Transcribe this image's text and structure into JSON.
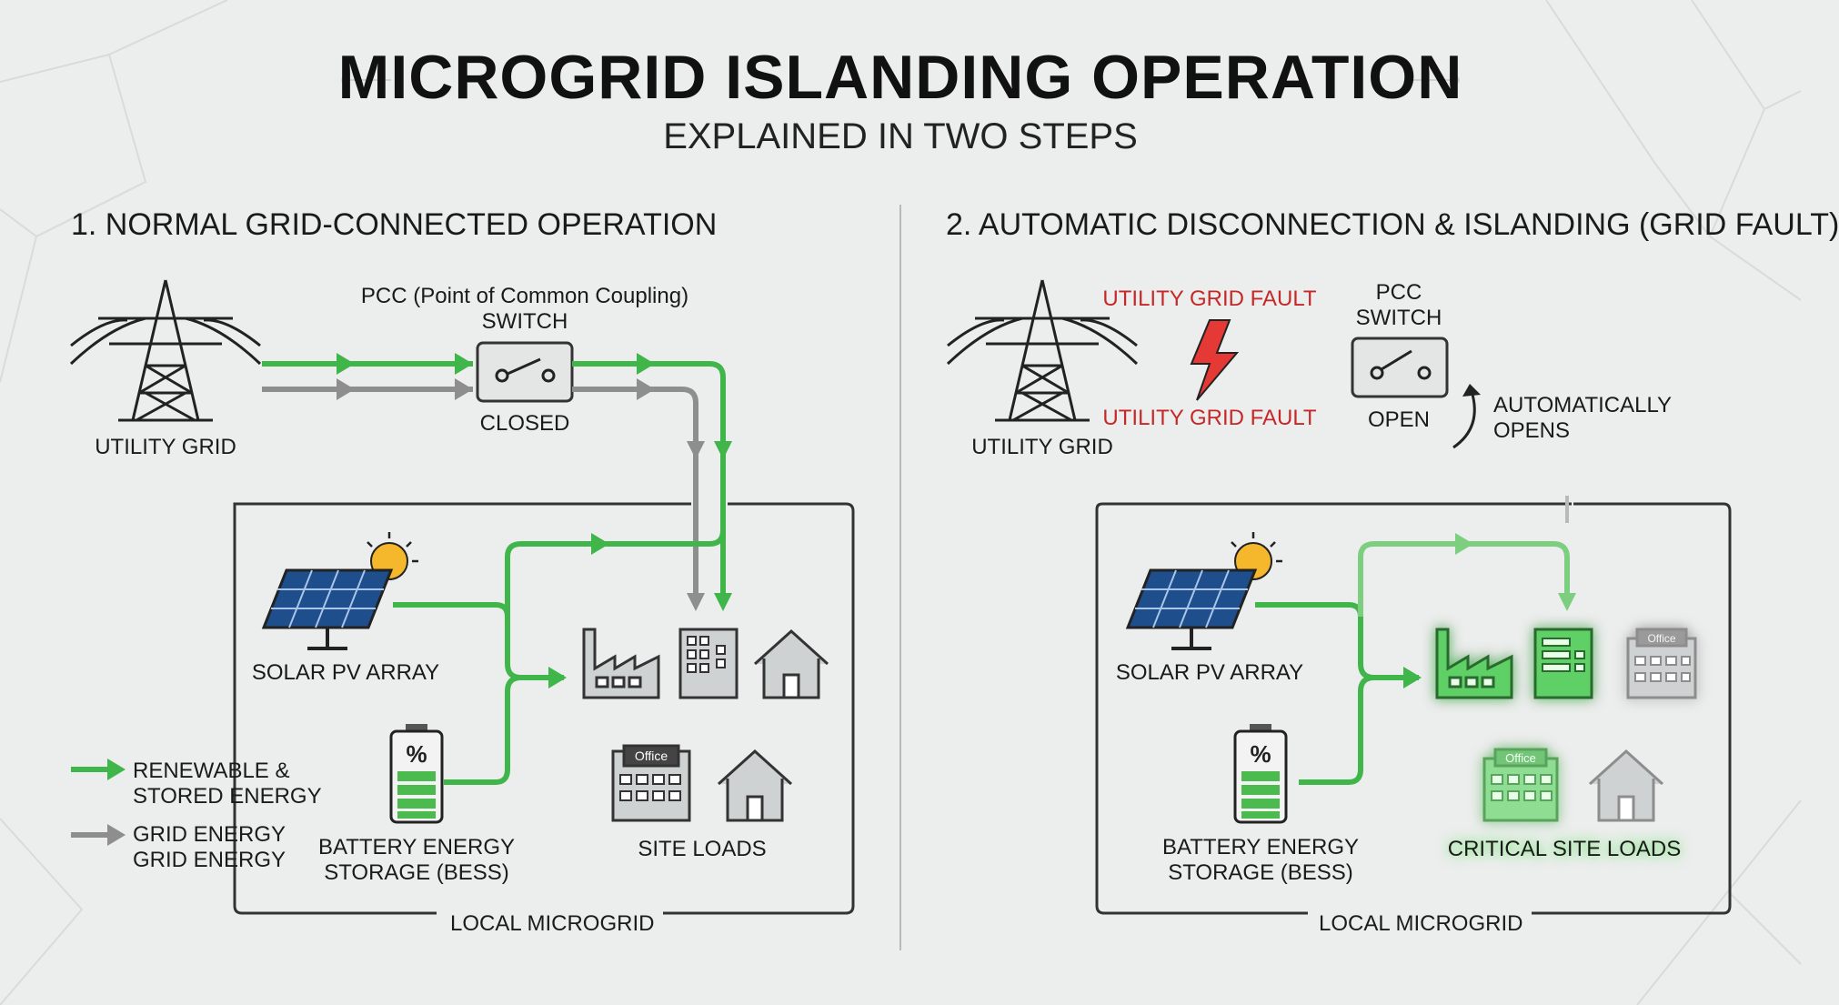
{
  "title": "MICROGRID ISLANDING OPERATION",
  "subtitle": "EXPLAINED IN TWO STEPS",
  "colors": {
    "renewable_flow": "#3fb54a",
    "grid_flow": "#8e8e8e",
    "fault": "#d32f2f",
    "background": "#eceded"
  },
  "panel1": {
    "heading": "1. NORMAL GRID-CONNECTED OPERATION",
    "utility_grid": "UTILITY GRID",
    "pcc_caption_line1": "PCC (Point of Common Coupling)",
    "pcc_caption_line2": "SWITCH",
    "switch_state": "CLOSED",
    "solar": "SOLAR PV ARRAY",
    "battery_line1": "BATTERY ENERGY",
    "battery_line2": "STORAGE (BESS)",
    "site_loads": "SITE LOADS",
    "microgrid": "LOCAL MICROGRID",
    "battery_symbol": "%",
    "office_sign": "Office"
  },
  "panel2": {
    "heading": "2. AUTOMATIC DISCONNECTION & ISLANDING (GRID FAULT)",
    "utility_grid": "UTILITY GRID",
    "fault_top": "UTILITY GRID FAULT",
    "fault_bottom": "UTILITY GRID FAULT",
    "pcc_line1": "PCC",
    "pcc_line2": "SWITCH",
    "switch_state": "OPEN",
    "auto_opens_line1": "AUTOMATICALLY",
    "auto_opens_line2": "OPENS",
    "solar": "SOLAR PV ARRAY",
    "battery_line1": "BATTERY ENERGY",
    "battery_line2": "STORAGE (BESS)",
    "critical_loads": "CRITICAL SITE LOADS",
    "microgrid": "LOCAL MICROGRID",
    "battery_symbol": "%",
    "office_sign": "Office"
  },
  "legend": {
    "renewable_line1": "RENEWABLE &",
    "renewable_line2": "STORED ENERGY",
    "grid_line1": "GRID ENERGY",
    "grid_line2": "GRID ENERGY"
  }
}
